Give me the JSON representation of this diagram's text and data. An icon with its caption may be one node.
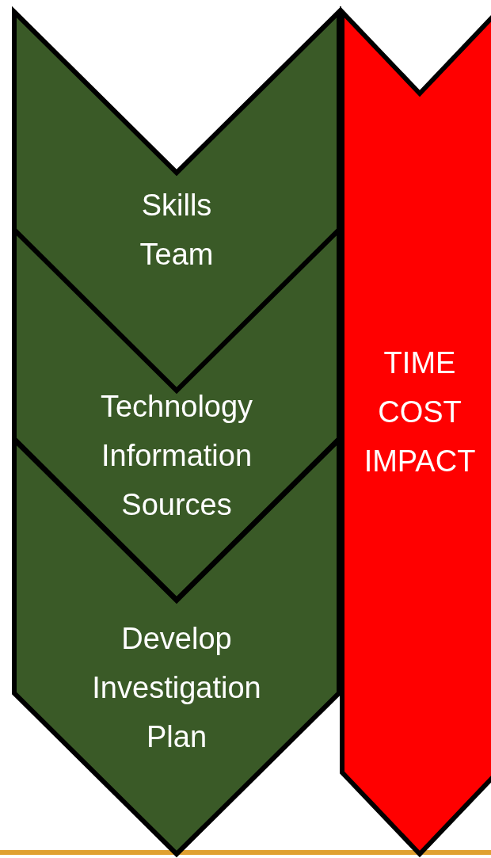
{
  "diagram": {
    "nodes": [
      {
        "text": [
          "Skills Team"
        ]
      },
      {
        "text": [
          "Technology Information Sources"
        ]
      },
      {
        "text": [
          "Develop Investigation Plan"
        ]
      },
      {
        "text": [
          "TIME COST IMPACT"
        ]
      }
    ]
  }
}
